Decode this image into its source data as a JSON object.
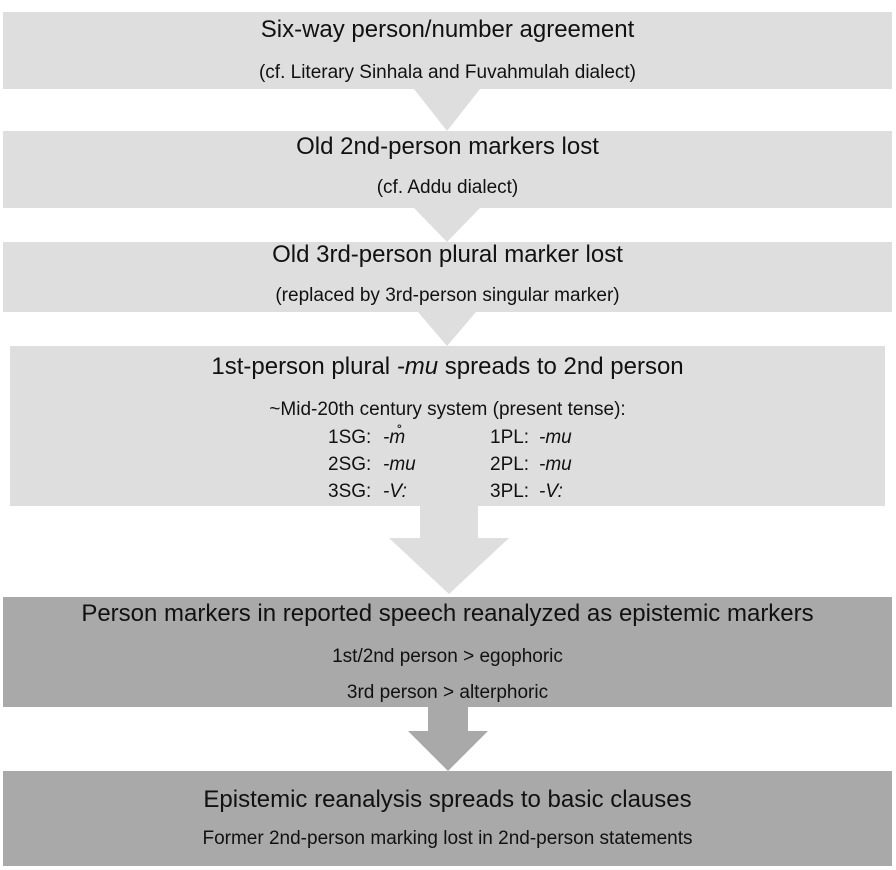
{
  "boxes": [
    {
      "title": "Six-way person/number agreement",
      "subtitle": "(cf. Literary Sinhala and Fuvahmulah dialect)"
    },
    {
      "title": "Old 2nd-person markers lost",
      "subtitle": "(cf. Addu dialect)"
    },
    {
      "title": "Old 3rd-person plural marker lost",
      "subtitle": "(replaced by 3rd-person singular marker)"
    },
    {
      "title_pre": "1st-person plural ",
      "title_em": "-mu",
      "title_post": " spreads to 2nd person",
      "subtitle": "~Mid-20th century system (present tense):",
      "paradigm": [
        {
          "label": "1SG:",
          "marker": "-m̊",
          "label2": "1PL:",
          "marker2": "-mu"
        },
        {
          "label": "2SG:",
          "marker": "-mu",
          "label2": "2PL:",
          "marker2": "-mu"
        },
        {
          "label": "3SG:",
          "marker": "-V:",
          "label2": "3PL:",
          "marker2": "-V:"
        }
      ]
    },
    {
      "title": "Person markers in reported speech reanalyzed as epistemic markers",
      "line1": "1st/2nd person > egophoric",
      "line2": "3rd person > alterphoric"
    },
    {
      "title": "Epistemic reanalysis spreads to basic clauses",
      "subtitle": "Former 2nd-person marking lost in 2nd-person statements"
    }
  ],
  "colors": {
    "light_box": "#dedede",
    "dark_box": "#a9a9a9"
  }
}
